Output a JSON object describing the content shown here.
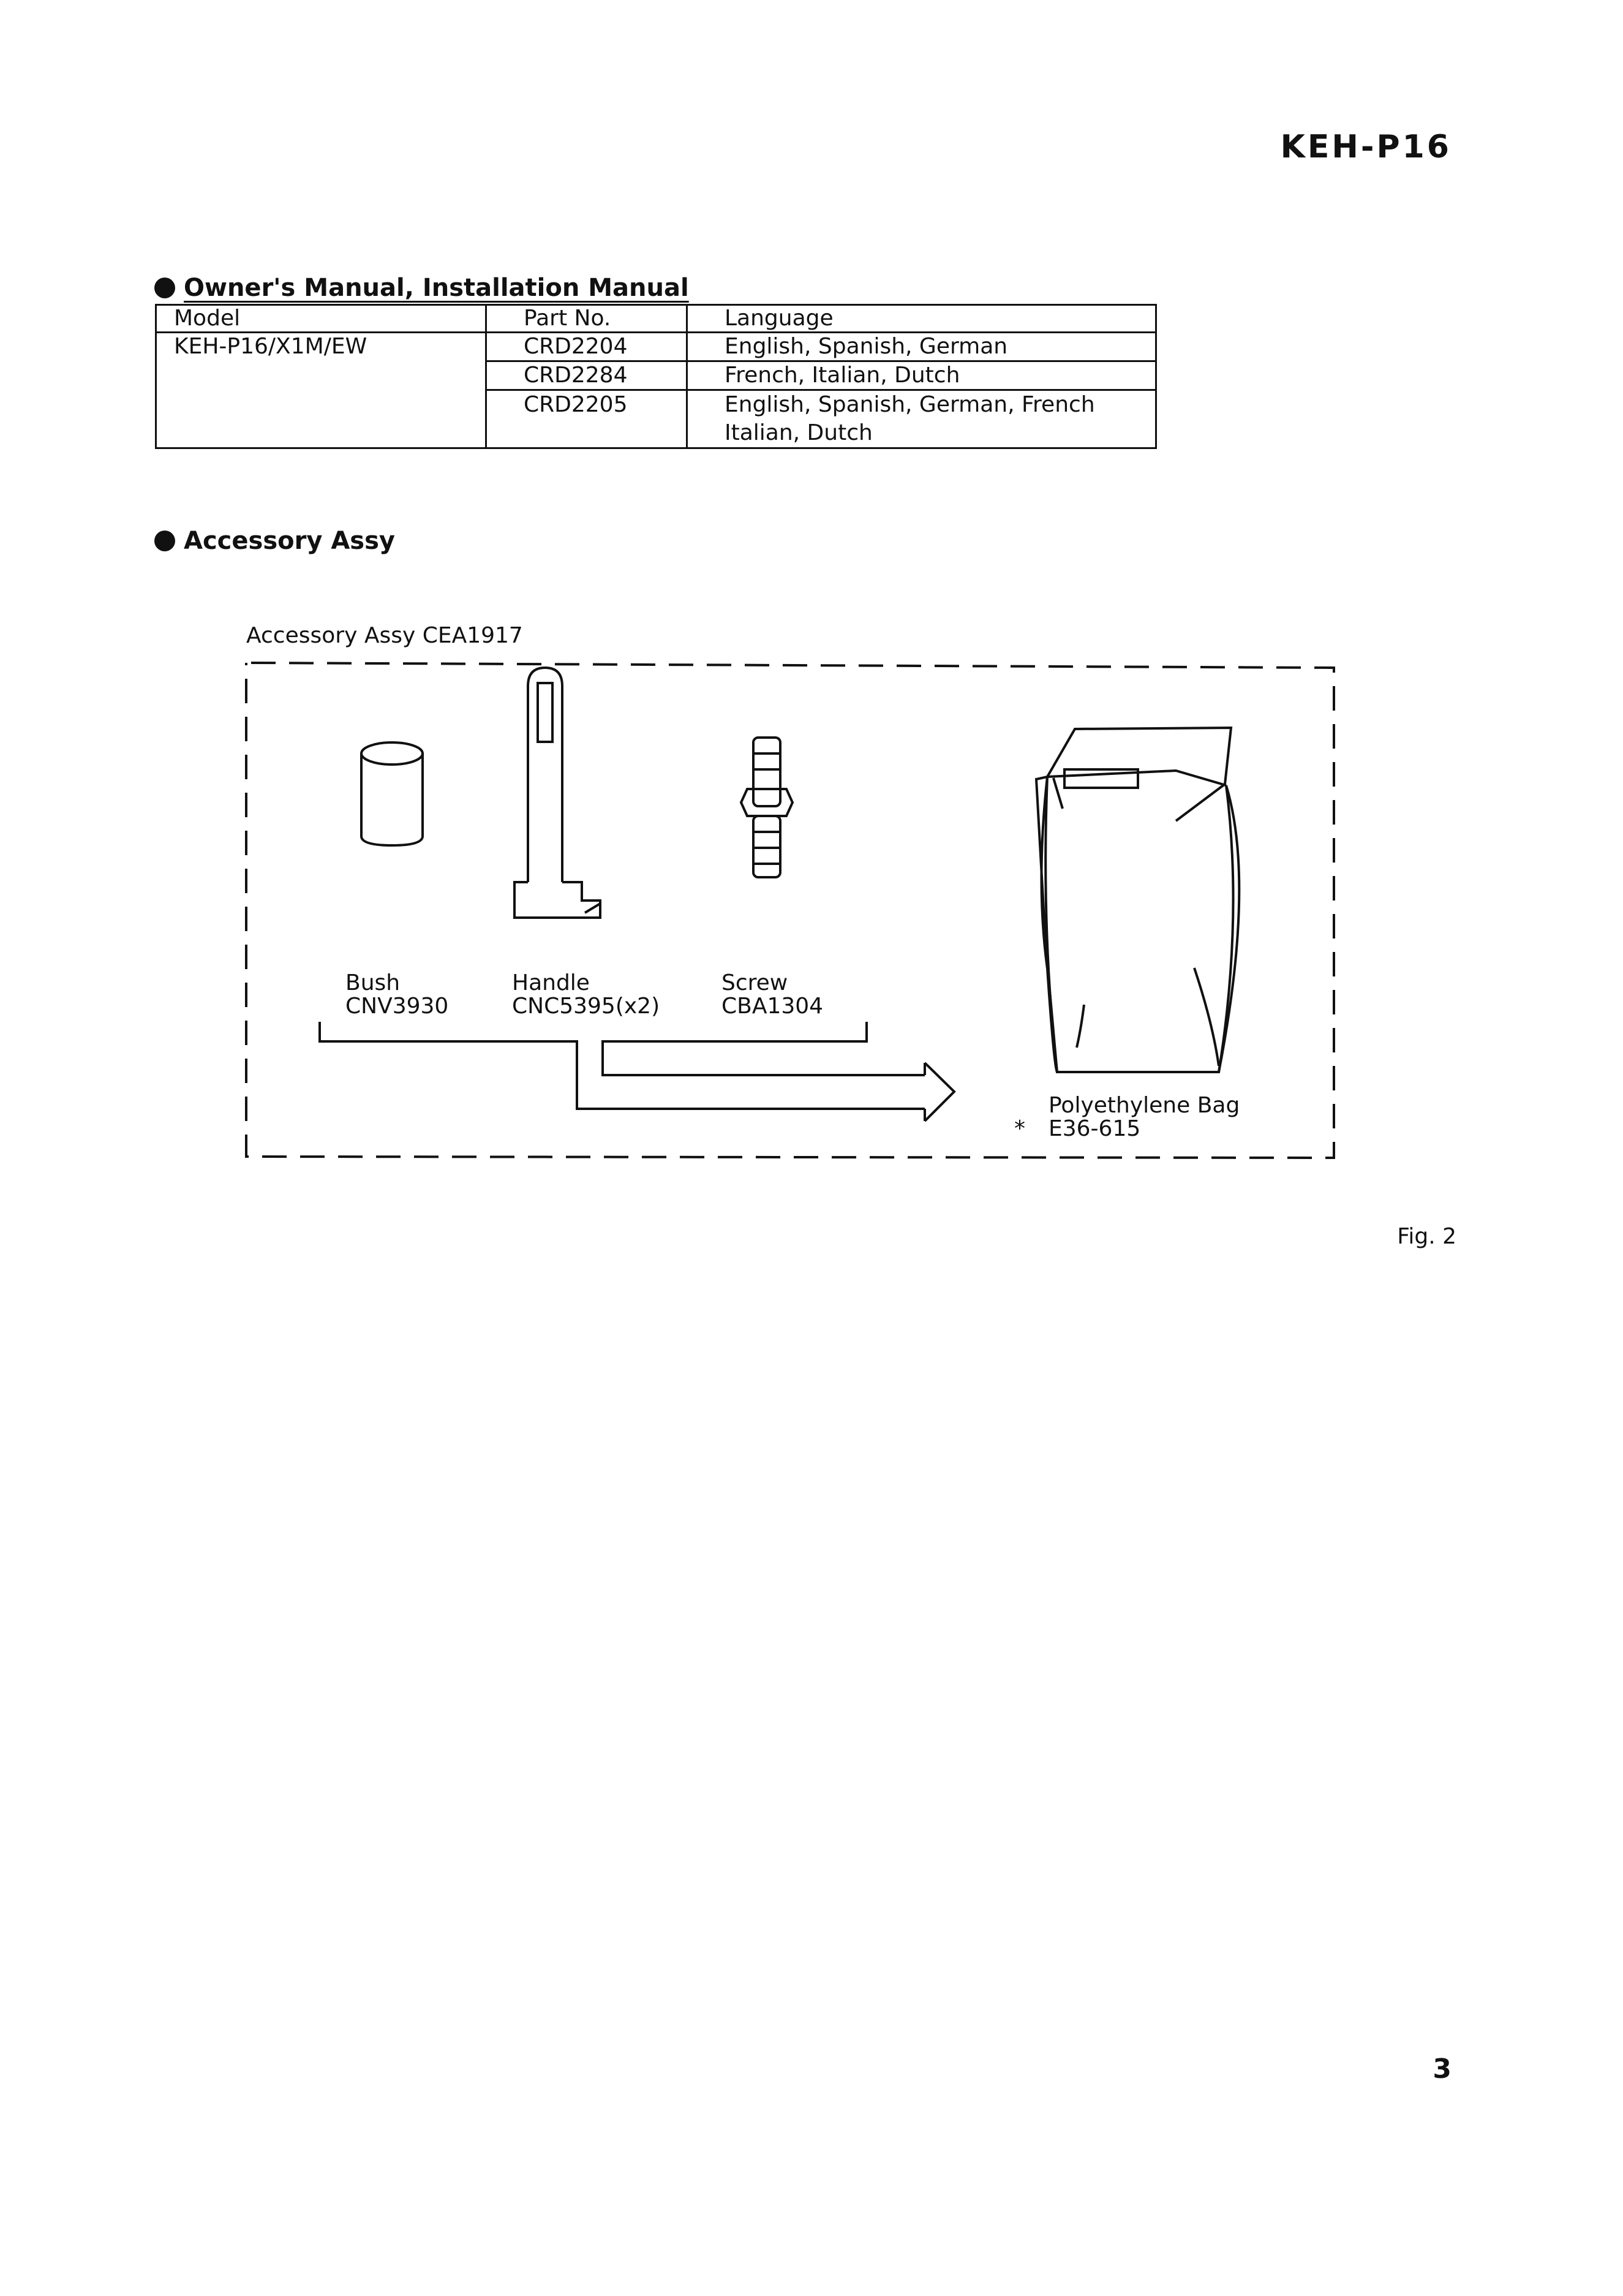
{
  "header": {
    "model": "KEH-P16"
  },
  "manuals_section": {
    "heading": "Owner's Manual, Installation Manual",
    "columns": [
      "Model",
      "Part No.",
      "Language"
    ],
    "model": "KEH-P16/X1M/EW",
    "rows": [
      {
        "part_no": "CRD2204",
        "language": "English, Spanish, German"
      },
      {
        "part_no": "CRD2284",
        "language": "French, Italian, Dutch"
      },
      {
        "part_no": "CRD2205",
        "language_lines": [
          "English, Spanish, German, French",
          "Italian, Dutch"
        ]
      }
    ]
  },
  "accessory_section": {
    "heading": "Accessory Assy",
    "assy_label": "Accessory Assy   CEA1917",
    "items": [
      {
        "name": "Bush",
        "part": "CNV3930",
        "icon": "bush-icon"
      },
      {
        "name": "Handle",
        "part": "CNC5395(x2)",
        "icon": "handle-icon"
      },
      {
        "name": "Screw",
        "part": "CBA1304",
        "icon": "screw-icon"
      }
    ],
    "bag": {
      "name": "Polyethylene Bag",
      "marker": "*",
      "part": "E36-615",
      "icon": "polyethylene-bag-icon"
    },
    "figure_label": "Fig. 2"
  },
  "footer": {
    "page_number": "3"
  }
}
